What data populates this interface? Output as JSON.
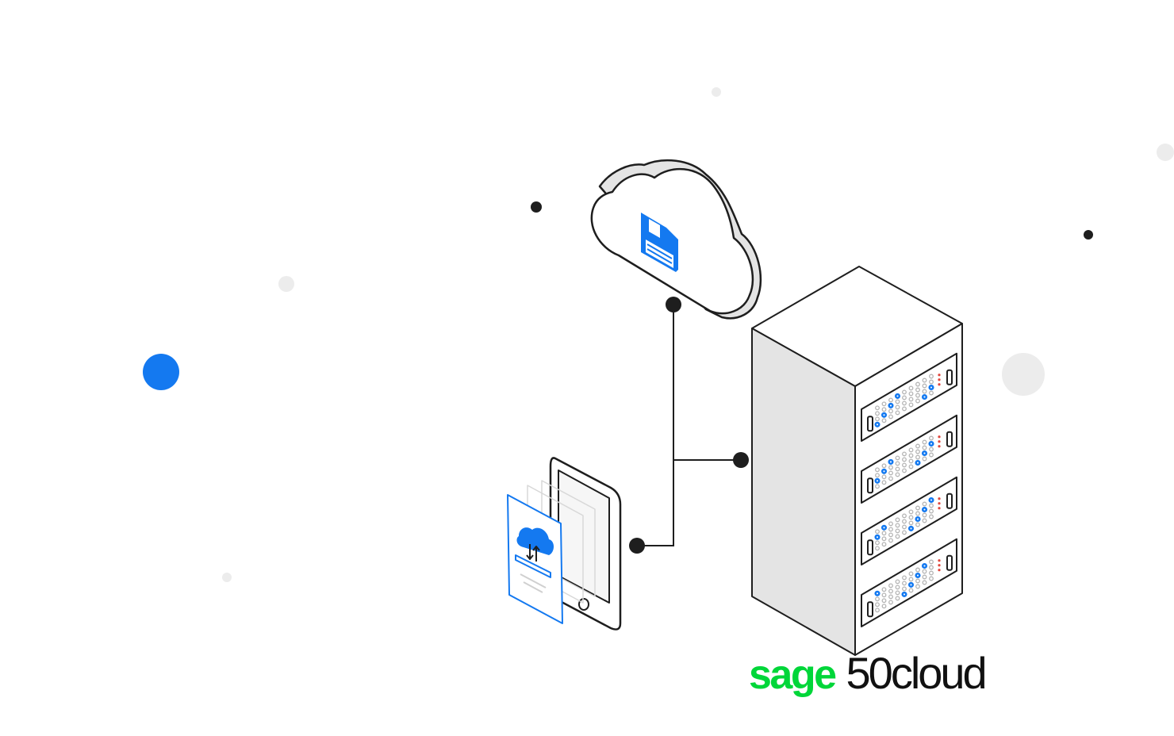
{
  "logo": {
    "brand": "sage",
    "product": "50cloud",
    "brand_color": "#00d639",
    "product_color": "#111111"
  },
  "colors": {
    "accent": "#1479f0",
    "line": "#1e1e1e",
    "panel_gray": "#e4e4e4",
    "dot_gray": "#ececec",
    "led_gray": "#b5b5b5",
    "led_blue": "#1479f0",
    "led_red": "#e0463c"
  },
  "diagram": {
    "nodes": [
      {
        "name": "cloud-storage",
        "icon": "floppy-disk-icon"
      },
      {
        "name": "server-rack",
        "units": 4
      },
      {
        "name": "mobile-device",
        "icon": "cloud-sync-icon"
      }
    ],
    "links": [
      {
        "from": "mobile-device",
        "to": "cloud-storage"
      },
      {
        "from": "mobile-device",
        "to": "server-rack"
      }
    ]
  }
}
